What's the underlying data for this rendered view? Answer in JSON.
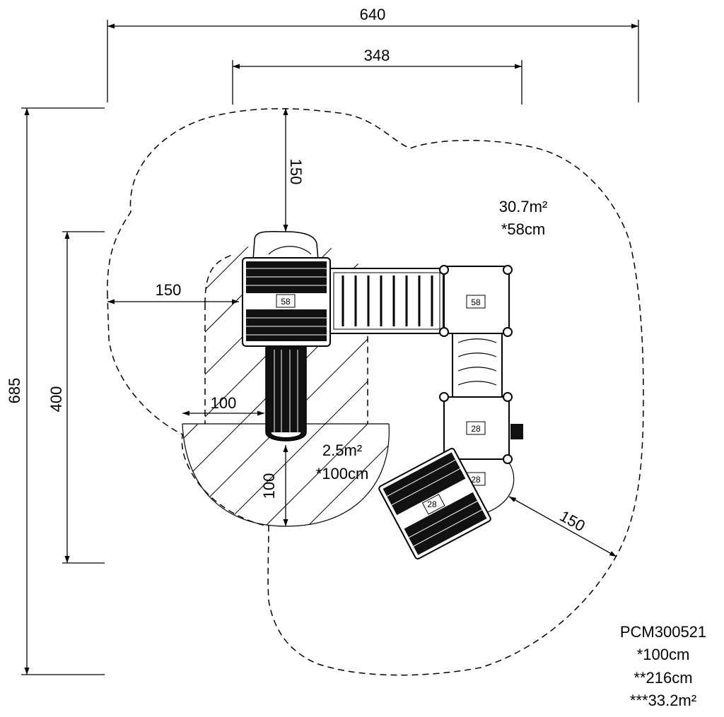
{
  "dimensions": {
    "overall_width": "640",
    "top_width": "348",
    "overall_depth": "685",
    "left_depth": "400",
    "top_clearance": "150",
    "left_clearance": "150",
    "slide_side": "100",
    "slide_end": "100",
    "right_clearance": "150"
  },
  "safety_zone": {
    "main_area": "30.7m²",
    "main_fall_height": "*58cm",
    "slide_area": "2.5m²",
    "slide_fall_height": "*100cm"
  },
  "platform_tags": {
    "left_tower": "58",
    "right_tower": "58",
    "lower_platform": "28",
    "side_step": "28",
    "lower_deck": "28"
  },
  "product": {
    "code": "PCM300521",
    "height_1": "*100cm",
    "height_2": "**216cm",
    "area": "***33.2m²"
  }
}
